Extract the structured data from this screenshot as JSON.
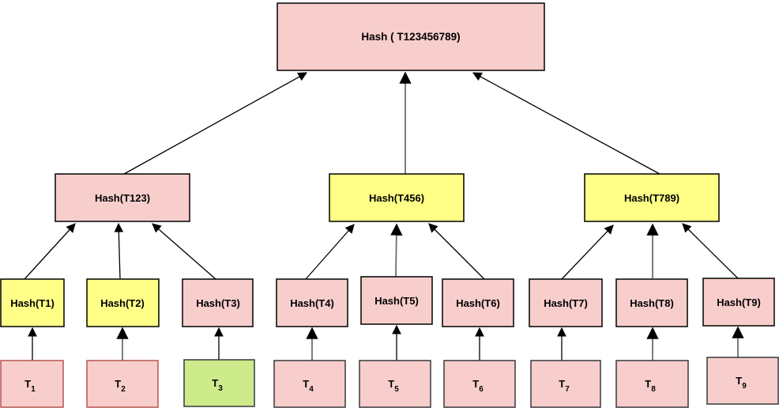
{
  "diagram": {
    "type": "merkle-hash-tree",
    "colors": {
      "node_pink": "#f8cecc",
      "node_yellow": "#ffff88",
      "node_green": "#cdeb8b",
      "border_red": "#b85450",
      "border_dark": "#36393d",
      "border_black": "#000000",
      "edge_black": "#000000",
      "edge_gray": "#666666",
      "background": "#ffffff",
      "text": "#000000"
    },
    "root": {
      "label": "Hash ( T123456789)",
      "fill": "#f8cecc"
    },
    "level1": [
      {
        "label": "Hash(T123)",
        "fill": "#f8cecc"
      },
      {
        "label": "Hash(T456)",
        "fill": "#ffff88"
      },
      {
        "label": "Hash(T789)",
        "fill": "#ffff88"
      }
    ],
    "level2": [
      {
        "label": "Hash(T1)",
        "fill": "#ffff88"
      },
      {
        "label": "Hash(T2)",
        "fill": "#ffff88"
      },
      {
        "label": "Hash(T3)",
        "fill": "#f8cecc"
      },
      {
        "label": "Hash(T4)",
        "fill": "#f8cecc"
      },
      {
        "label": "Hash(T5)",
        "fill": "#f8cecc"
      },
      {
        "label": "Hash(T6)",
        "fill": "#f8cecc"
      },
      {
        "label": "Hash(T7)",
        "fill": "#f8cecc"
      },
      {
        "label": "Hash(T8)",
        "fill": "#f8cecc"
      },
      {
        "label": "Hash(T9)",
        "fill": "#f8cecc"
      }
    ],
    "level3": [
      {
        "base": "T",
        "sub": "1",
        "fill": "#f8cecc"
      },
      {
        "base": "T",
        "sub": "2",
        "fill": "#f8cecc"
      },
      {
        "base": "T",
        "sub": "3",
        "fill": "#cdeb8b"
      },
      {
        "base": "T",
        "sub": "4",
        "fill": "#f8cecc"
      },
      {
        "base": "T",
        "sub": "5",
        "fill": "#f8cecc"
      },
      {
        "base": "T",
        "sub": "6",
        "fill": "#f8cecc"
      },
      {
        "base": "T",
        "sub": "7",
        "fill": "#f8cecc"
      },
      {
        "base": "T",
        "sub": "8",
        "fill": "#f8cecc"
      },
      {
        "base": "T",
        "sub": "9",
        "fill": "#f8cecc"
      }
    ]
  }
}
